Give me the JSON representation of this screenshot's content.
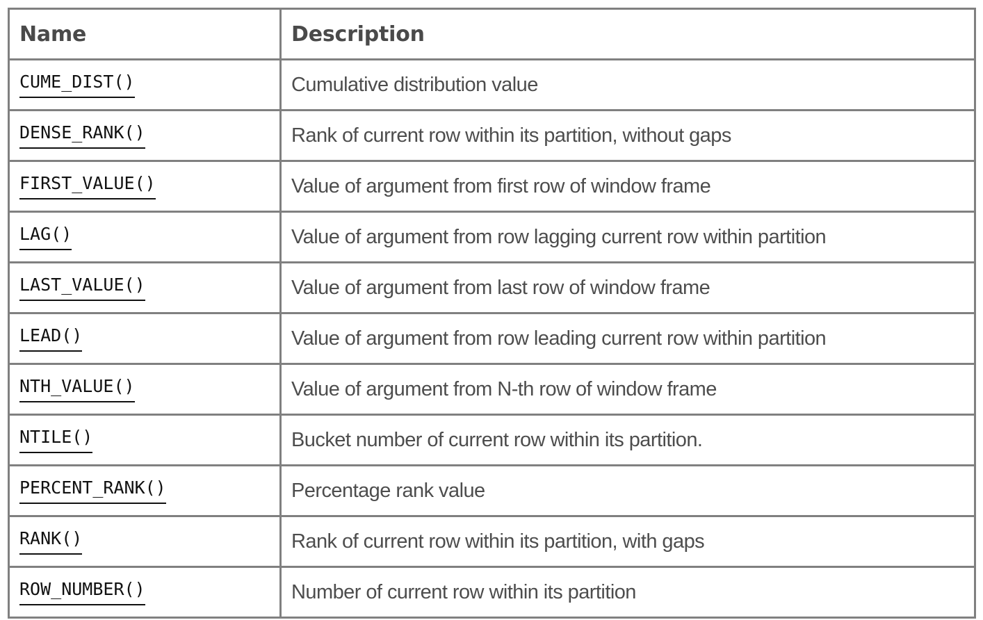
{
  "table": {
    "columns": [
      {
        "key": "name",
        "label": "Name"
      },
      {
        "key": "description",
        "label": "Description"
      }
    ],
    "rows": [
      {
        "name": "CUME_DIST()",
        "description": "Cumulative distribution value"
      },
      {
        "name": "DENSE_RANK()",
        "description": "Rank of current row within its partition, without gaps"
      },
      {
        "name": "FIRST_VALUE()",
        "description": "Value of argument from first row of window frame"
      },
      {
        "name": "LAG()",
        "description": "Value of argument from row lagging current row within partition"
      },
      {
        "name": "LAST_VALUE()",
        "description": "Value of argument from last row of window frame"
      },
      {
        "name": "LEAD()",
        "description": "Value of argument from row leading current row within partition"
      },
      {
        "name": "NTH_VALUE()",
        "description": "Value of argument from N-th row of window frame"
      },
      {
        "name": "NTILE()",
        "description": "Bucket number of current row within its partition."
      },
      {
        "name": "PERCENT_RANK()",
        "description": "Percentage rank value"
      },
      {
        "name": "RANK()",
        "description": "Rank of current row within its partition, with gaps"
      },
      {
        "name": "ROW_NUMBER()",
        "description": "Number of current row within its partition"
      }
    ]
  },
  "colors": {
    "border": "#808080",
    "header_text": "#4a4a4a",
    "name_text": "#111111",
    "description_text": "#4d4d4d",
    "background": "#ffffff"
  }
}
